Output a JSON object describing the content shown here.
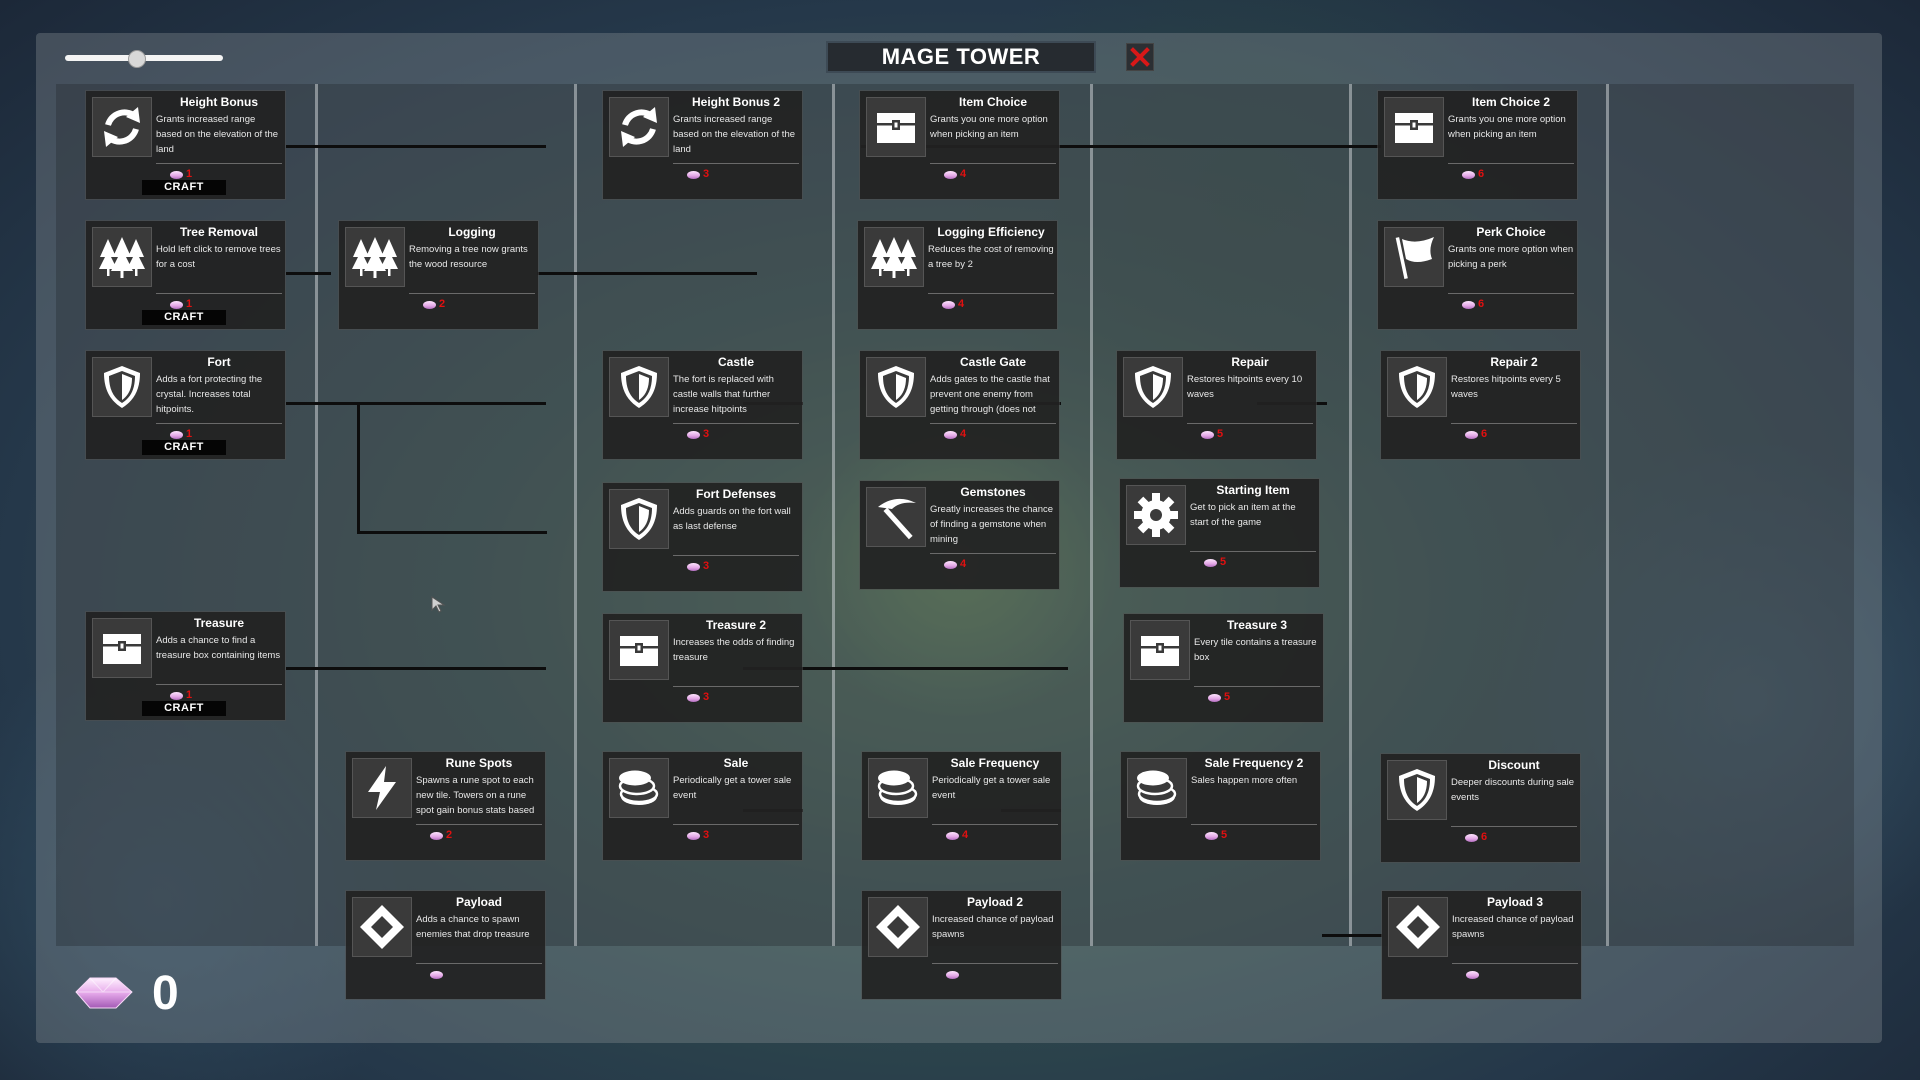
{
  "window": {
    "title": "MAGE TOWER",
    "close_glyph": "X"
  },
  "slider": {
    "value_fraction": 0.45
  },
  "currency": {
    "count": "0",
    "icon": "gem-icon",
    "color": "#e3a7e6"
  },
  "cost_color": "#e01010",
  "craft_label": "CRAFT",
  "cards": [
    {
      "id": "height-bonus",
      "title": "Height Bonus",
      "desc": "Grants increased range based on the elevation of the land",
      "cost": "1",
      "icon": "refresh-icon",
      "craft": true
    },
    {
      "id": "tree-removal",
      "title": "Tree Removal",
      "desc": "Hold left click to remove trees for a cost",
      "cost": "1",
      "icon": "trees-icon",
      "craft": true
    },
    {
      "id": "fort",
      "title": "Fort",
      "desc": "Adds a fort protecting the crystal. Increases total hitpoints.",
      "cost": "1",
      "icon": "shield-icon",
      "craft": true
    },
    {
      "id": "treasure",
      "title": "Treasure",
      "desc": "Adds a chance to find a treasure box containing items",
      "cost": "1",
      "icon": "chest-icon",
      "craft": true
    },
    {
      "id": "logging",
      "title": "Logging",
      "desc": "Removing a tree now grants the wood resource",
      "cost": "2",
      "icon": "trees-icon",
      "craft": false
    },
    {
      "id": "rune-spots",
      "title": "Rune Spots",
      "desc": "Spawns a rune spot to each new tile. Towers on a rune spot gain bonus stats based on the rune type.",
      "cost": "2",
      "icon": "lightning-icon",
      "craft": false
    },
    {
      "id": "payload",
      "title": "Payload",
      "desc": "Adds a chance to spawn enemies that drop treasure",
      "cost": "",
      "icon": "diamond-icon",
      "craft": false
    },
    {
      "id": "height-bonus-2",
      "title": "Height Bonus 2",
      "desc": "Grants increased range based on the elevation of the land",
      "cost": "3",
      "icon": "refresh-icon",
      "craft": false
    },
    {
      "id": "castle",
      "title": "Castle",
      "desc": "The fort is replaced with castle walls that further increase hitpoints",
      "cost": "3",
      "icon": "shield-icon",
      "craft": false
    },
    {
      "id": "fort-defenses",
      "title": "Fort Defenses",
      "desc": "Adds guards on the fort wall as last defense",
      "cost": "3",
      "icon": "shield-icon",
      "craft": false
    },
    {
      "id": "treasure-2",
      "title": "Treasure 2",
      "desc": "Increases the odds of finding treasure",
      "cost": "3",
      "icon": "chest-icon",
      "craft": false
    },
    {
      "id": "sale",
      "title": "Sale",
      "desc": "Periodically get a tower sale event",
      "cost": "3",
      "icon": "coins-icon",
      "craft": false
    },
    {
      "id": "item-choice",
      "title": "Item Choice",
      "desc": "Grants you one more option when picking an item",
      "cost": "4",
      "icon": "chest-icon",
      "craft": false
    },
    {
      "id": "logging-efficiency",
      "title": "Logging Efficiency",
      "desc": "Reduces the cost of removing a tree by 2",
      "cost": "4",
      "icon": "trees-icon",
      "craft": false
    },
    {
      "id": "castle-gate",
      "title": "Castle Gate",
      "desc": "Adds gates to the castle that prevent one enemy from getting through (does not stop bosses)",
      "cost": "4",
      "icon": "shield-icon",
      "craft": false
    },
    {
      "id": "gemstones",
      "title": "Gemstones",
      "desc": "Greatly increases the chance of finding a gemstone when mining",
      "cost": "4",
      "icon": "pickaxe-icon",
      "craft": false
    },
    {
      "id": "sale-frequency",
      "title": "Sale Frequency",
      "desc": "Periodically get a tower sale event",
      "cost": "4",
      "icon": "coins-icon",
      "craft": false
    },
    {
      "id": "payload-2",
      "title": "Payload 2",
      "desc": "Increased chance of payload spawns",
      "cost": "",
      "icon": "diamond-icon",
      "craft": false
    },
    {
      "id": "repair",
      "title": "Repair",
      "desc": "Restores hitpoints every 10 waves",
      "cost": "5",
      "icon": "shield-icon",
      "craft": false
    },
    {
      "id": "starting-item",
      "title": "Starting Item",
      "desc": "Get to pick an item at the start of the game",
      "cost": "5",
      "icon": "gear-icon",
      "craft": false
    },
    {
      "id": "treasure-3",
      "title": "Treasure 3",
      "desc": "Every tile contains a treasure box",
      "cost": "5",
      "icon": "chest-icon",
      "craft": false
    },
    {
      "id": "sale-frequency-2",
      "title": "Sale Frequency 2",
      "desc": "Sales happen more often",
      "cost": "5",
      "icon": "coins-icon",
      "craft": false
    },
    {
      "id": "item-choice-2",
      "title": "Item Choice 2",
      "desc": "Grants you one more option when picking an item",
      "cost": "6",
      "icon": "chest-icon",
      "craft": false
    },
    {
      "id": "perk-choice",
      "title": "Perk Choice",
      "desc": "Grants one more option when picking a perk",
      "cost": "6",
      "icon": "flag-icon",
      "craft": false
    },
    {
      "id": "repair-2",
      "title": "Repair 2",
      "desc": "Restores hitpoints every 5 waves",
      "cost": "6",
      "icon": "shield-icon",
      "craft": false
    },
    {
      "id": "discount",
      "title": "Discount",
      "desc": "Deeper discounts during sale events",
      "cost": "6",
      "icon": "shield-icon",
      "craft": false
    },
    {
      "id": "payload-3",
      "title": "Payload 3",
      "desc": "Increased chance of payload spawns",
      "cost": "",
      "icon": "diamond-icon",
      "craft": false
    }
  ]
}
